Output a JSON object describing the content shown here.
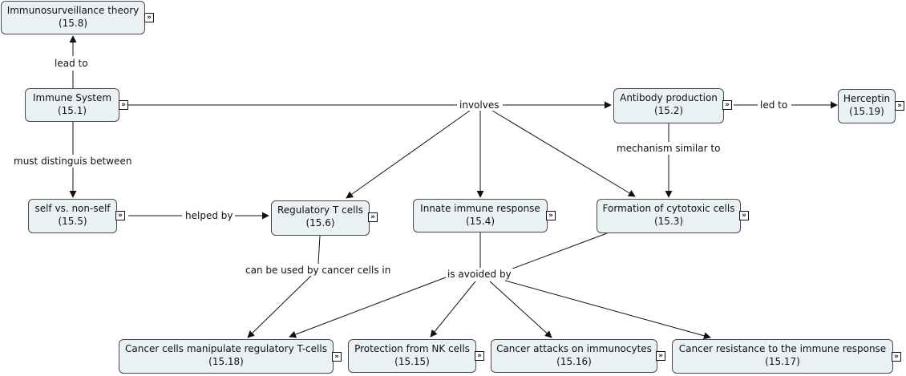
{
  "nodes": {
    "immuno": {
      "title": "Immunosurveillance theory",
      "num": "(15.8)"
    },
    "immune": {
      "title": "Immune System",
      "num": "(15.1)"
    },
    "antibody": {
      "title": "Antibody production",
      "num": "(15.2)"
    },
    "herceptin": {
      "title": "Herceptin",
      "num": "(15.19)"
    },
    "self": {
      "title": "self vs. non-self",
      "num": "(15.5)"
    },
    "treg": {
      "title": "Regulatory T cells",
      "num": "(15.6)"
    },
    "innate": {
      "title": "Innate immune response",
      "num": "(15.4)"
    },
    "cytotoxic": {
      "title": "Formation of cytotoxic cells",
      "num": "(15.3)"
    },
    "manipulate": {
      "title": "Cancer cells manipulate regulatory T-cells",
      "num": "(15.18)"
    },
    "nk": {
      "title": "Protection from NK cells",
      "num": "(15.15)"
    },
    "attacks": {
      "title": "Cancer attacks on immunocytes",
      "num": "(15.16)"
    },
    "resistance": {
      "title": "Cancer resistance to the immune response",
      "num": "(15.17)"
    }
  },
  "links": {
    "lead_to": "lead to",
    "involves": "involves",
    "led_to": "led to",
    "must_distinguis": "must distinguis between",
    "mechanism": "mechanism similar to",
    "helped_by": "helped by",
    "used_by": "can be used by cancer cells in",
    "avoided": "is avoided by"
  },
  "expand_glyph": "»",
  "colors": {
    "node_fill": "#eaf1f4",
    "node_border": "#4a4a4a",
    "line": "#111111"
  }
}
